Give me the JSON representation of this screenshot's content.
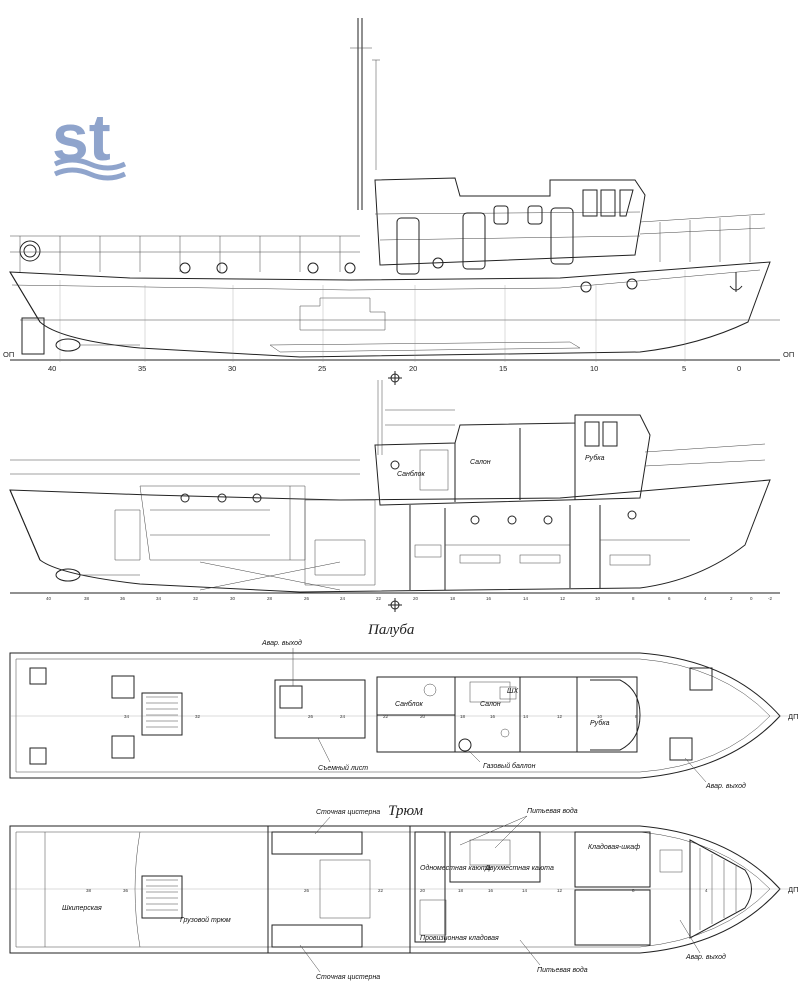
{
  "logo": {
    "text": "st",
    "color": "#8fa4cc"
  },
  "colors": {
    "line": "#222222",
    "logo": "#8fa4cc"
  },
  "profile": {
    "frames": [
      "40",
      "35",
      "30",
      "25",
      "20",
      "15",
      "10",
      "5",
      "0"
    ],
    "op_left": "ОП",
    "op_right": "ОП"
  },
  "section": {
    "frames": [
      "40",
      "38",
      "36",
      "34",
      "32",
      "30",
      "28",
      "26",
      "24",
      "22",
      "20",
      "18",
      "16",
      "14",
      "12",
      "10",
      "8",
      "6",
      "4",
      "2",
      "0",
      "-2"
    ],
    "labels": {
      "sanblok": "Санблок",
      "salon": "Салон",
      "rubka": "Рубка"
    }
  },
  "deck": {
    "title": "Палуба",
    "dp": "ДП",
    "labels": {
      "emergency_exit_top": "Авар. выход",
      "sanblok": "Санблок",
      "salon": "Салон",
      "sh": "ШХ",
      "rubka": "Рубка",
      "removable_sheet": "Съемный лист",
      "gas_cylinder": "Газовый баллон",
      "emergency_exit_bow": "Авар. выход"
    },
    "frames": [
      "34",
      "32",
      "26",
      "24",
      "22",
      "20",
      "18",
      "16",
      "14",
      "12",
      "10",
      "8"
    ]
  },
  "hold": {
    "title": "Трюм",
    "dp": "ДП",
    "labels": {
      "sewage_top": "Сточная цистерна",
      "drinking_water_top": "Питьевая вода",
      "pantry_cabinet": "Кладовая-шкаф",
      "single_cabin": "Одноместная каюта",
      "double_cabin": "Двухместная каюта",
      "skipper": "Шкиперская",
      "cargo_hold": "Грузовой трюм",
      "provision": "Провизионная кладовая",
      "emergency_exit": "Авар. выход",
      "sewage_bottom": "Сточная цистерна",
      "drinking_water_bottom": "Питьевая вода"
    },
    "frames": [
      "38",
      "36",
      "26",
      "22",
      "20",
      "18",
      "16",
      "14",
      "12",
      "8",
      "4"
    ]
  }
}
